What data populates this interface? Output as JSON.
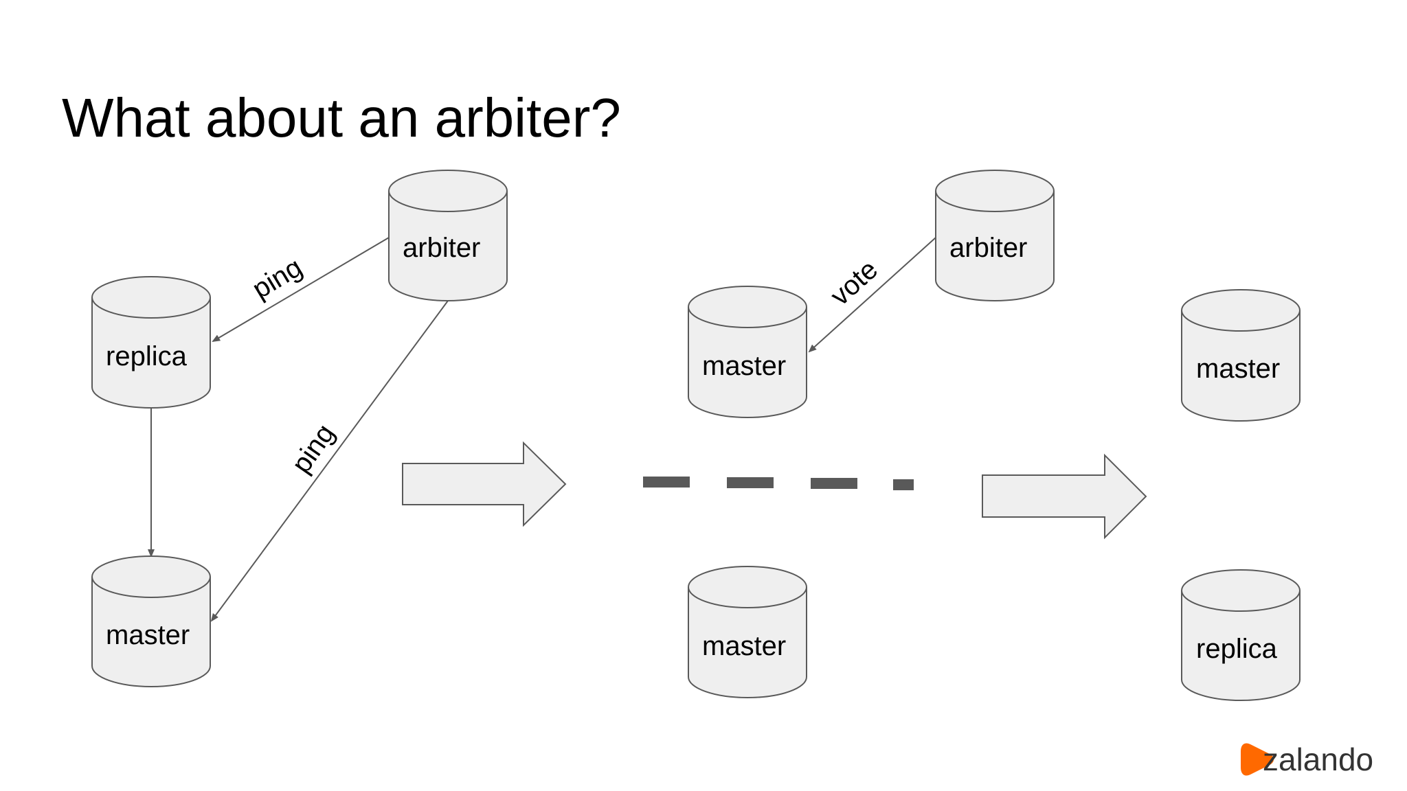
{
  "slide": {
    "title": "What about an arbiter?"
  },
  "nodes": {
    "s1_arbiter": "arbiter",
    "s1_replica": "replica",
    "s1_master": "master",
    "s2_arbiter": "arbiter",
    "s2_master_top": "master",
    "s2_master_bottom": "master",
    "s3_master": "master",
    "s3_replica": "replica"
  },
  "edges": {
    "s1_ping_replica": "ping",
    "s1_ping_master": "ping",
    "s2_vote": "vote"
  },
  "logo": {
    "text": "zalando",
    "color": "#ff6900"
  },
  "colors": {
    "node_fill": "#efefef",
    "node_stroke": "#595959",
    "partition": "#595959"
  }
}
